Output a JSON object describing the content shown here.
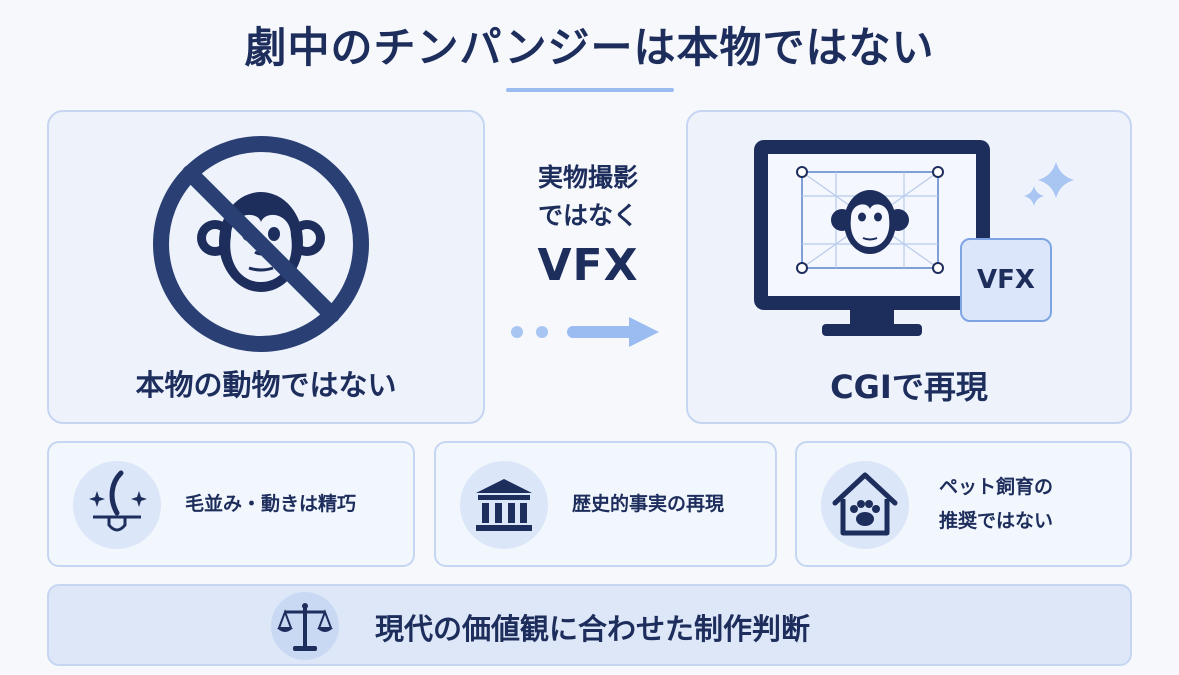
{
  "title": "劇中のチンパンジーは本物ではない",
  "left_panel": {
    "label": "本物の動物ではない",
    "icon": "prohibited-monkey-icon"
  },
  "middle": {
    "line1": "実物撮影",
    "line2": "ではなく",
    "line3": "VFX"
  },
  "right_panel": {
    "label": "CGIで再現",
    "badge": "VFX",
    "icon": "monitor-cgi-monkey-icon"
  },
  "cards": [
    {
      "text": "毛並み・動きは精巧",
      "icon": "hair-strand-sparkle-icon"
    },
    {
      "text": "歴史的事実の再現",
      "icon": "museum-building-icon"
    },
    {
      "line1": "ペット飼育の",
      "line2": "推奨ではない",
      "icon": "house-paw-icon"
    }
  ],
  "bottom": {
    "text": "現代の価値観に合わせた制作判断",
    "icon": "scales-balance-icon"
  },
  "colors": {
    "navy": "#1d2d5c",
    "light_blue": "#9bbcf0",
    "panel_bg": "#edf2fb",
    "border": "#c6d6f2"
  }
}
